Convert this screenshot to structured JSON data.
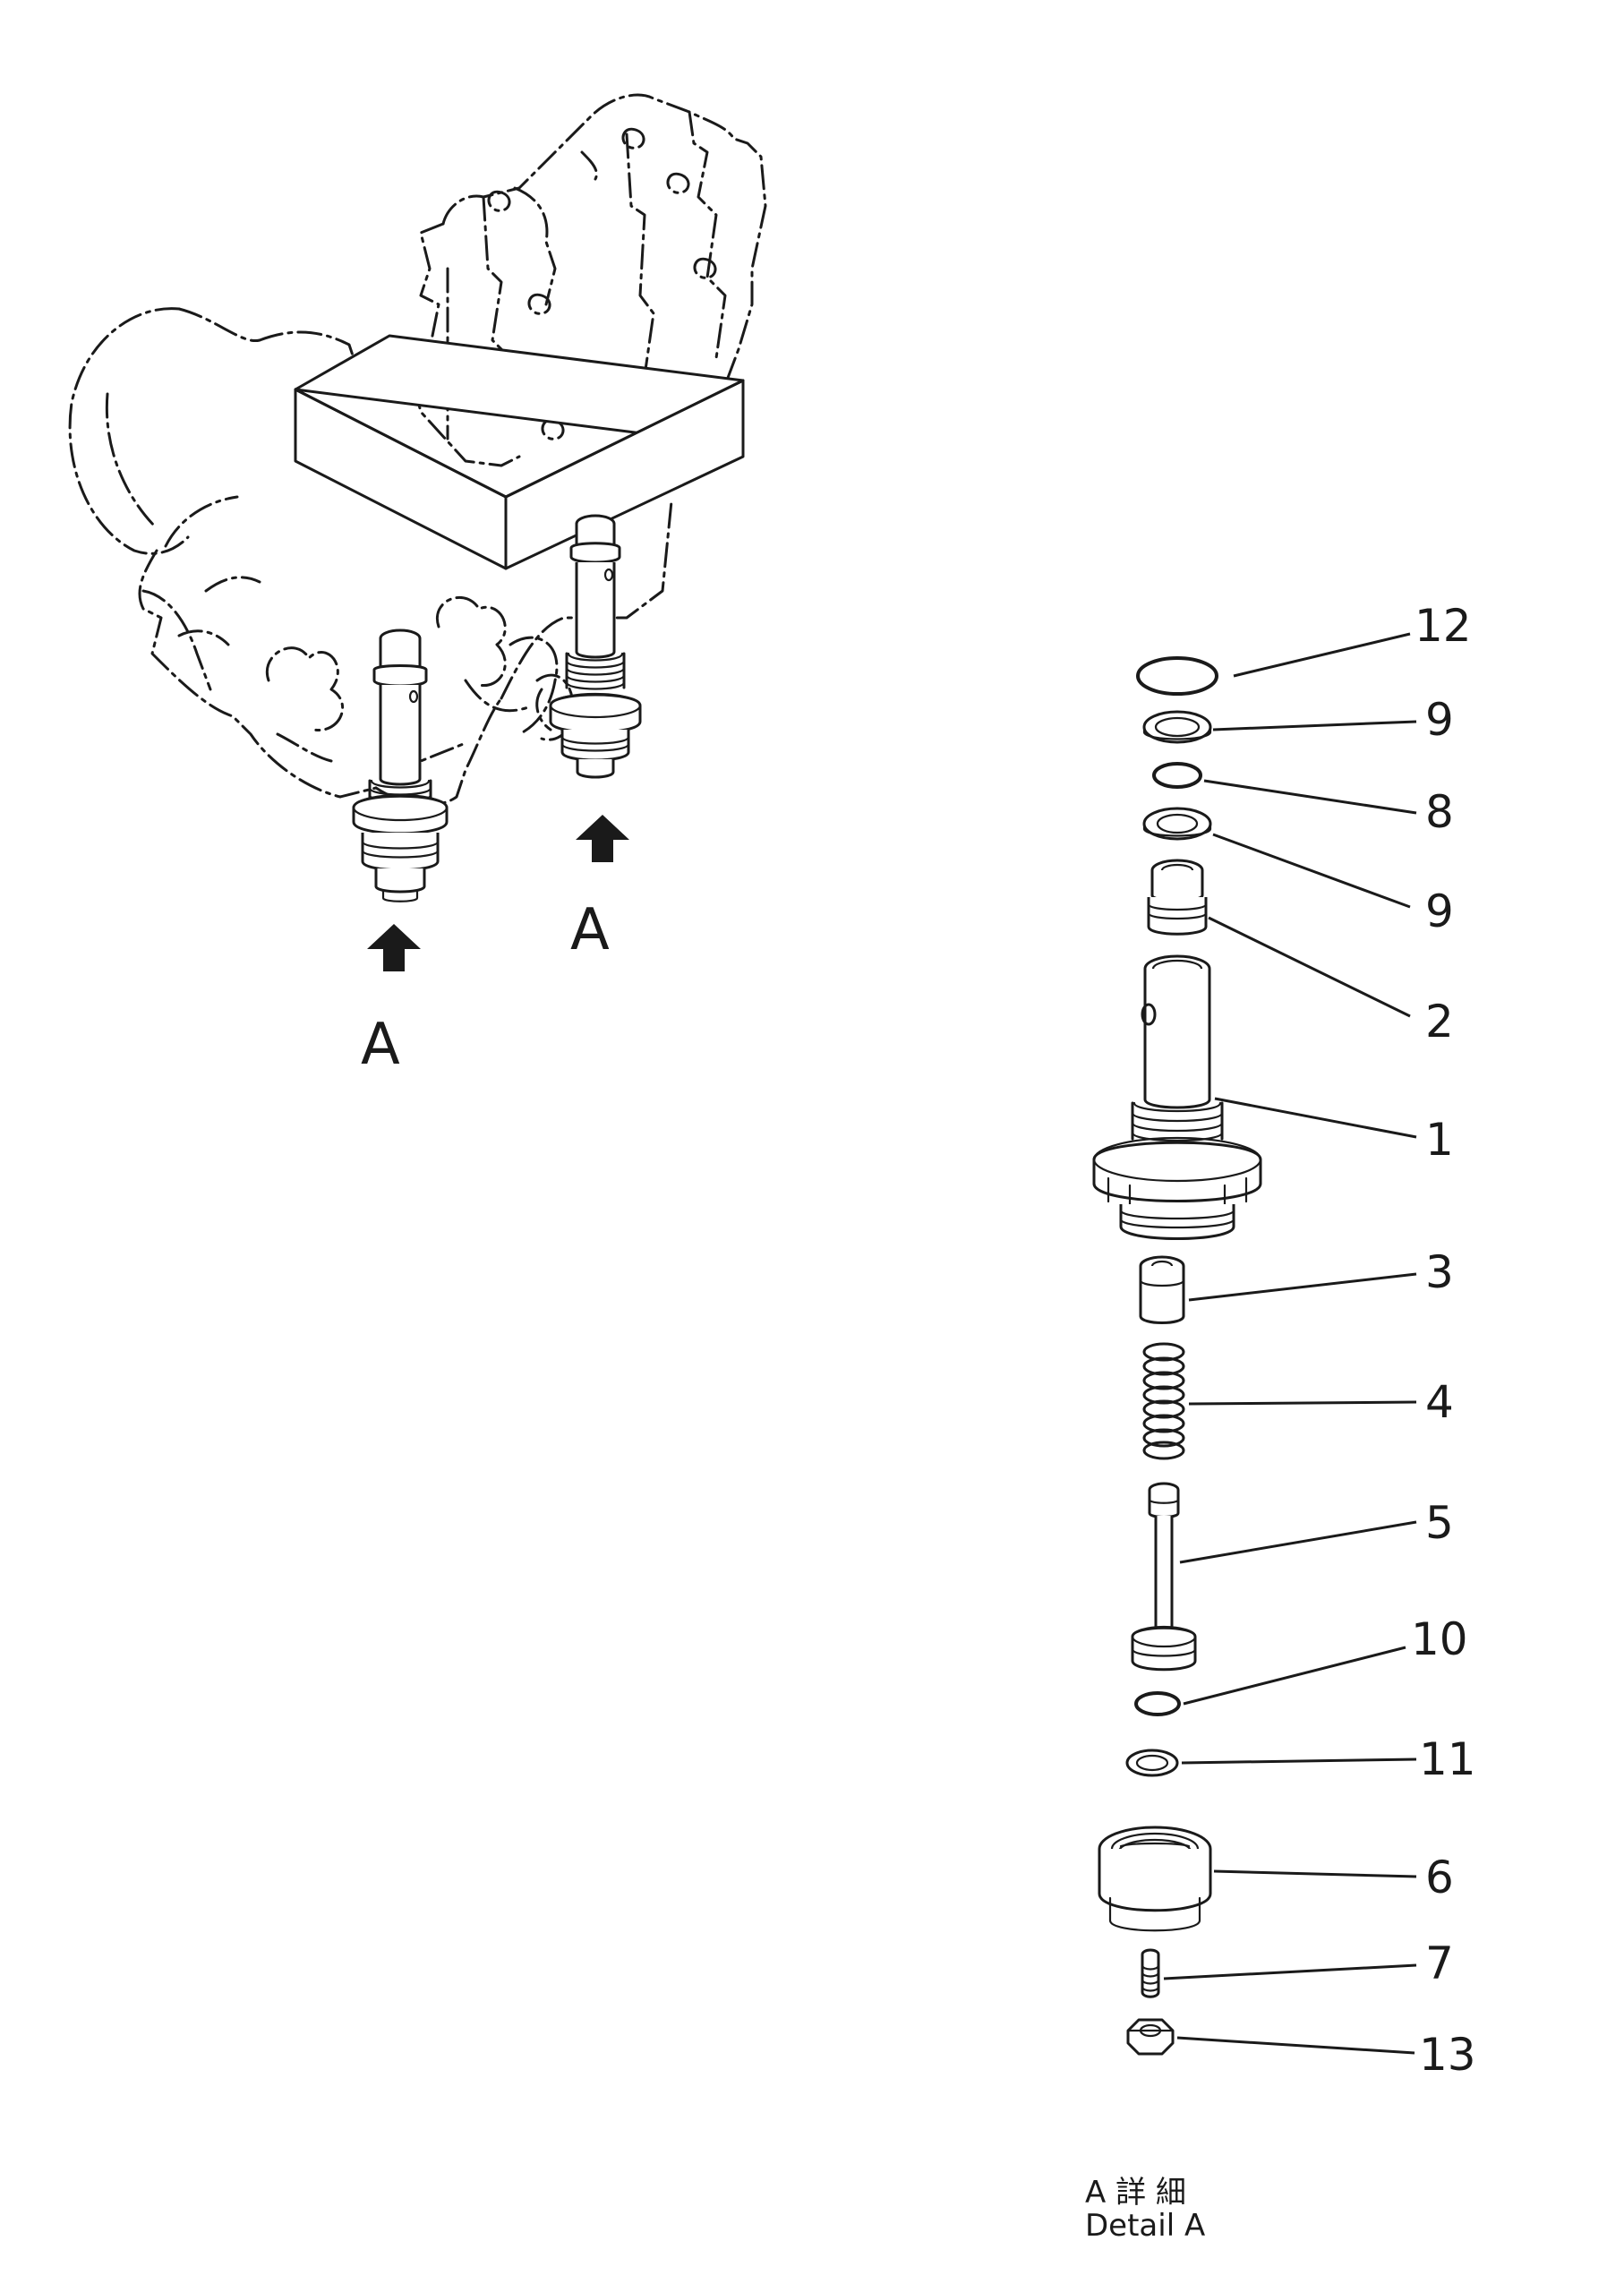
{
  "view_labels": {
    "left_arrow_label": "A",
    "right_arrow_label": "A"
  },
  "detail_caption": {
    "jp": "A 詳 細",
    "en": "Detail A"
  },
  "callouts": {
    "c12": "12",
    "c9a": "9",
    "c8": "8",
    "c9b": "9",
    "c2": "2",
    "c1": "1",
    "c3": "3",
    "c4": "4",
    "c5": "5",
    "c10": "10",
    "c11": "11",
    "c6": "6",
    "c7": "7",
    "c13": "13"
  }
}
